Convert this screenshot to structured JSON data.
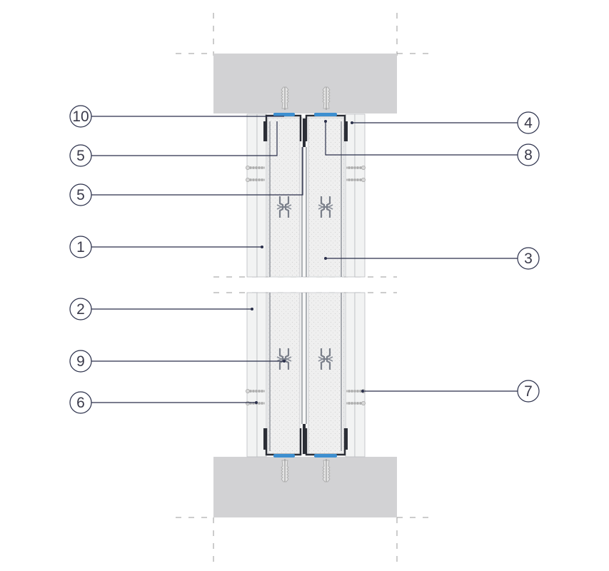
{
  "callouts": {
    "c10": "10",
    "c5a": "5",
    "c5b": "5",
    "c1": "1",
    "c2": "2",
    "c9": "9",
    "c6": "6",
    "c4": "4",
    "c8": "8",
    "c3": "3",
    "c7": "7"
  },
  "colors": {
    "concrete": "#d2d2d4",
    "board": "#f1f2f2",
    "insulation": "#ededee",
    "profile": "#2b2e36",
    "sealing_tape": "#3d8fd0",
    "leader": "#2a2f4a",
    "axis": "#9a9a9a"
  },
  "icons": [
    "screw-icon",
    "anchor-icon",
    "stud-profile-icon"
  ]
}
